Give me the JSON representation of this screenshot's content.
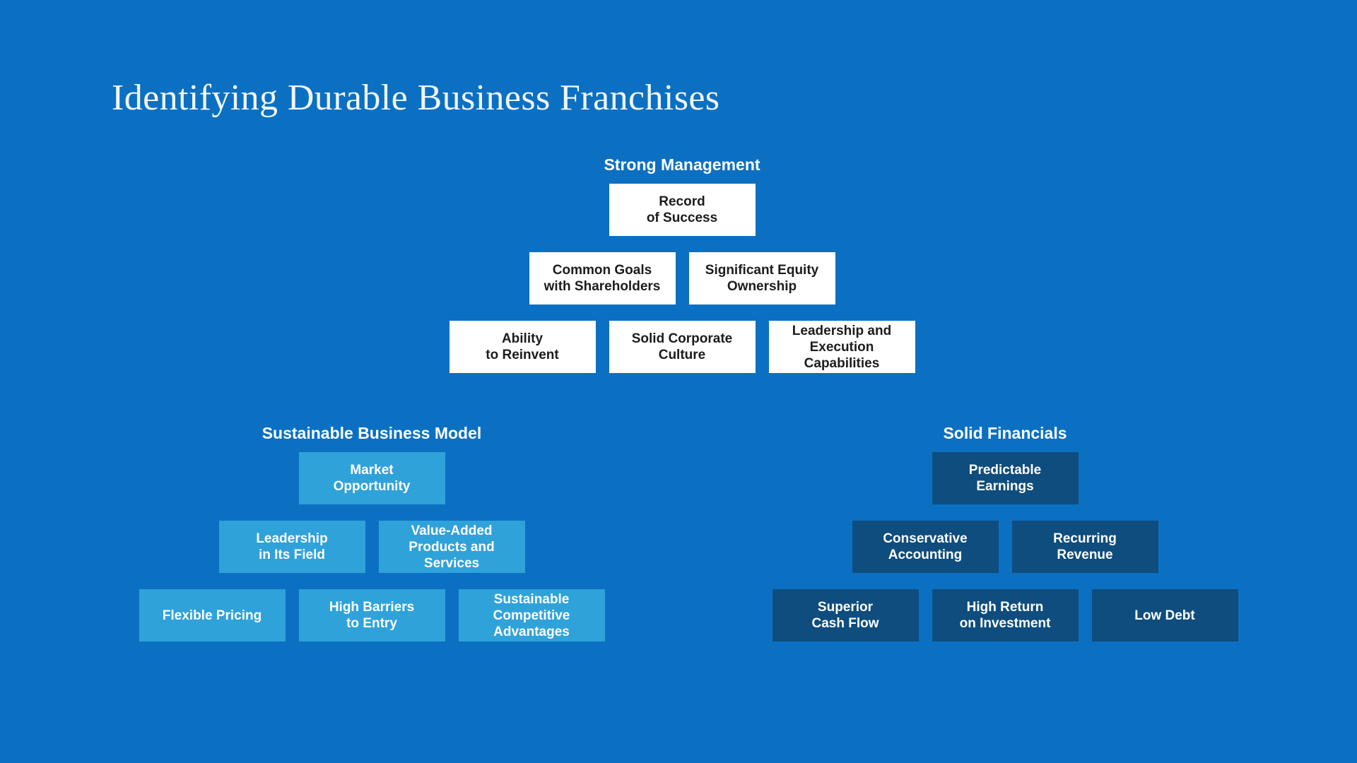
{
  "page": {
    "title": "Identifying Durable Business Franchises",
    "background_color": "#0b70c2",
    "title_color": "#f2f7fc"
  },
  "groups": [
    {
      "id": "strong-management",
      "header": "Strong Management",
      "colors": {
        "box": "#ffffff",
        "text": "#1c1c1c"
      },
      "rows": [
        [
          "Record\nof Success"
        ],
        [
          "Common Goals\nwith Shareholders",
          "Significant Equity\nOwnership"
        ],
        [
          "Ability\nto Reinvent",
          "Solid Corporate\nCulture",
          "Leadership and\nExecution\nCapabilities"
        ]
      ]
    },
    {
      "id": "sustainable-business-model",
      "header": "Sustainable Business Model",
      "colors": {
        "box": "#2fa2da",
        "text": "#ffffff"
      },
      "rows": [
        [
          "Market\nOpportunity"
        ],
        [
          "Leadership\nin Its Field",
          "Value-Added\nProducts and\nServices"
        ],
        [
          "Flexible Pricing",
          "High Barriers\nto Entry",
          "Sustainable\nCompetitive\nAdvantages"
        ]
      ]
    },
    {
      "id": "solid-financials",
      "header": "Solid Financials",
      "colors": {
        "box": "#0e4d7d",
        "text": "#ffffff"
      },
      "rows": [
        [
          "Predictable\nEarnings"
        ],
        [
          "Conservative\nAccounting",
          "Recurring\nRevenue"
        ],
        [
          "Superior\nCash Flow",
          "High Return\non Investment",
          "Low Debt"
        ]
      ]
    }
  ]
}
